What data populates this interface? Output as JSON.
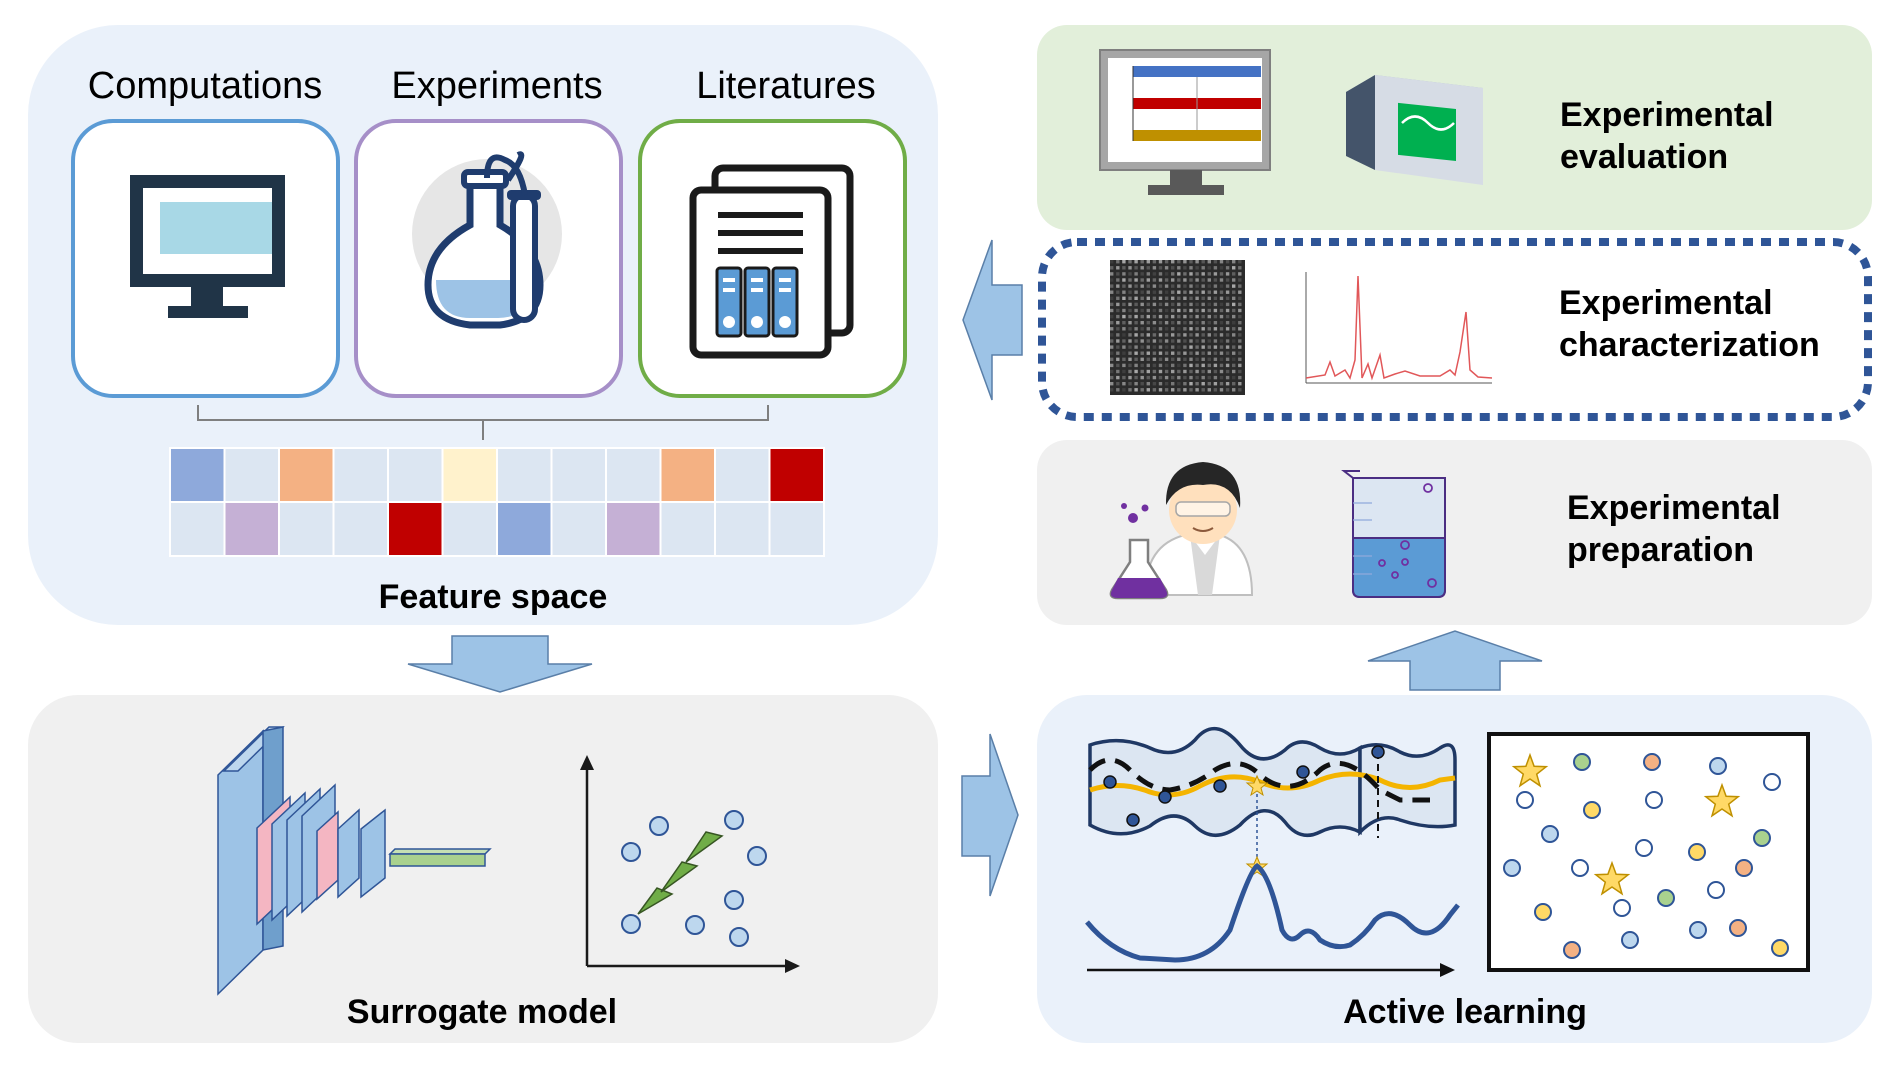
{
  "sources": {
    "computations": "Computations",
    "experiments": "Experiments",
    "literatures": "Literatures"
  },
  "feature_space": {
    "label": "Feature space",
    "grid_colors": [
      [
        "#8ea9db",
        "#dce6f2",
        "#f4b183",
        "#dce6f2",
        "#dce6f2",
        "#fff2cc",
        "#dce6f2",
        "#dce6f2",
        "#dce6f2",
        "#f4b183",
        "#dce6f2",
        "#c00000"
      ],
      [
        "#dce6f2",
        "#c5b0d5",
        "#dce6f2",
        "#dce6f2",
        "#c00000",
        "#dce6f2",
        "#8ea9db",
        "#dce6f2",
        "#c5b0d5",
        "#dce6f2",
        "#dce6f2",
        "#dce6f2"
      ]
    ]
  },
  "surrogate_model": {
    "label": "Surrogate model"
  },
  "active_learning": {
    "label": "Active learning"
  },
  "experimental": {
    "evaluation": "Experimental\nevaluation",
    "characterization": "Experimental\ncharacterization",
    "preparation": "Experimental\npreparation",
    "evaluation_lines": [
      "Experimental",
      "evaluation"
    ],
    "characterization_lines": [
      "Experimental",
      "characterization"
    ],
    "preparation_lines": [
      "Experimental",
      "preparation"
    ]
  },
  "icons": {
    "computations": "monitor-icon",
    "experiments": "flask-icon",
    "literatures": "documents-icon",
    "evaluation_monitor": "monitor-chart-icon",
    "evaluation_device": "instrument-icon",
    "characterization_image": "microscopy-image-icon",
    "characterization_spectrum": "spectrum-icon",
    "preparation_scientist": "scientist-icon",
    "preparation_beaker": "beaker-icon"
  },
  "colors": {
    "panel_blue": "#eaf1fa",
    "panel_gray": "#f0f0f0",
    "panel_green": "#e2efda",
    "arrow_fill": "#9dc3e6",
    "computations_border": "#5b9bd5",
    "experiments_border": "#a68fc8",
    "literatures_border": "#70ad47",
    "dashed_border": "#2f5597"
  }
}
